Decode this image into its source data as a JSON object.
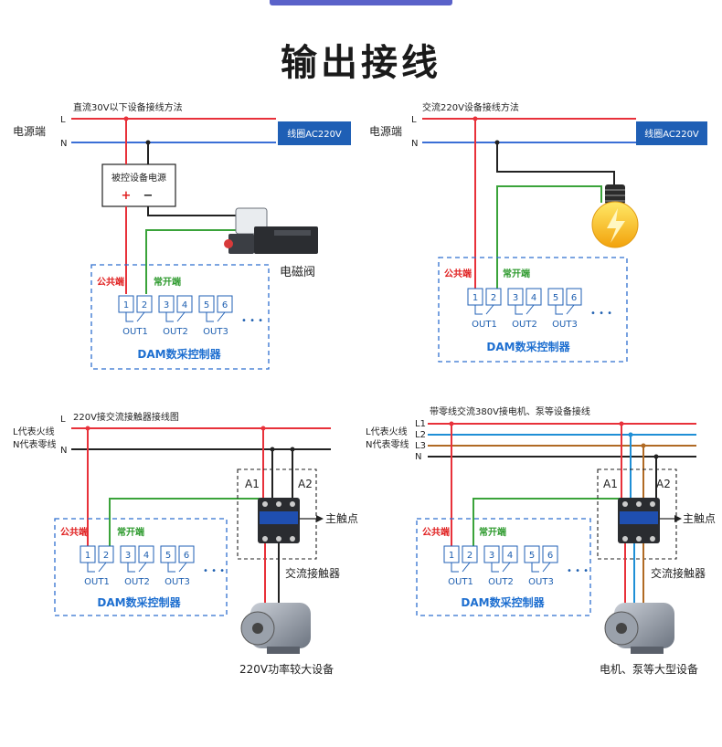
{
  "page": {
    "title": "输出接线"
  },
  "colors": {
    "L": "#e8313a",
    "N": "#3b6fd6",
    "green": "#3aa33a",
    "black": "#222222",
    "blue_box": "#1f5fb5",
    "dashed": "#2f6fcf",
    "L2": "#1f8fd6",
    "L3": "#b06a24"
  },
  "panel1": {
    "caption": "直流30V以下设备接线方法",
    "side_label": "电源端",
    "wire_L": "L",
    "wire_N": "N",
    "line_badge": "线圈AC220V",
    "power_box": "被控设备电源",
    "plus": "+",
    "minus": "−",
    "device": "电磁阀",
    "common": "公共端",
    "no": "常开端",
    "terminals": [
      "1",
      "2",
      "3",
      "4",
      "5",
      "6"
    ],
    "outs": [
      "OUT1",
      "OUT2",
      "OUT3"
    ],
    "dots": "• • •",
    "controller": "DAM数采控制器"
  },
  "panel2": {
    "caption": "交流220V设备接线方法",
    "side_label": "电源端",
    "wire_L": "L",
    "wire_N": "N",
    "line_badge": "线圈AC220V",
    "common": "公共端",
    "no": "常开端",
    "terminals": [
      "1",
      "2",
      "3",
      "4",
      "5",
      "6"
    ],
    "outs": [
      "OUT1",
      "OUT2",
      "OUT3"
    ],
    "dots": "• • •",
    "controller": "DAM数采控制器"
  },
  "panel3": {
    "caption": "220V接交流接触器接线图",
    "l_desc": "L代表火线",
    "n_desc": "N代表零线",
    "wire_L": "L",
    "wire_N": "N",
    "a1": "A1",
    "a2": "A2",
    "main_contact": "主触点",
    "contactor": "交流接触器",
    "common": "公共端",
    "no": "常开端",
    "terminals": [
      "1",
      "2",
      "3",
      "4",
      "5",
      "6"
    ],
    "outs": [
      "OUT1",
      "OUT2",
      "OUT3"
    ],
    "dots": "• • •",
    "controller": "DAM数采控制器",
    "device": "220V功率较大设备"
  },
  "panel4": {
    "caption": "带零线交流380V接电机、泵等设备接线",
    "l_desc": "L代表火线",
    "n_desc": "N代表零线",
    "wires": [
      "L1",
      "L2",
      "L3",
      "N"
    ],
    "a1": "A1",
    "a2": "A2",
    "main_contact": "主触点",
    "contactor": "交流接触器",
    "common": "公共端",
    "no": "常开端",
    "terminals": [
      "1",
      "2",
      "3",
      "4",
      "5",
      "6"
    ],
    "outs": [
      "OUT1",
      "OUT2",
      "OUT3"
    ],
    "dots": "• • •",
    "controller": "DAM数采控制器",
    "device": "电机、泵等大型设备"
  }
}
